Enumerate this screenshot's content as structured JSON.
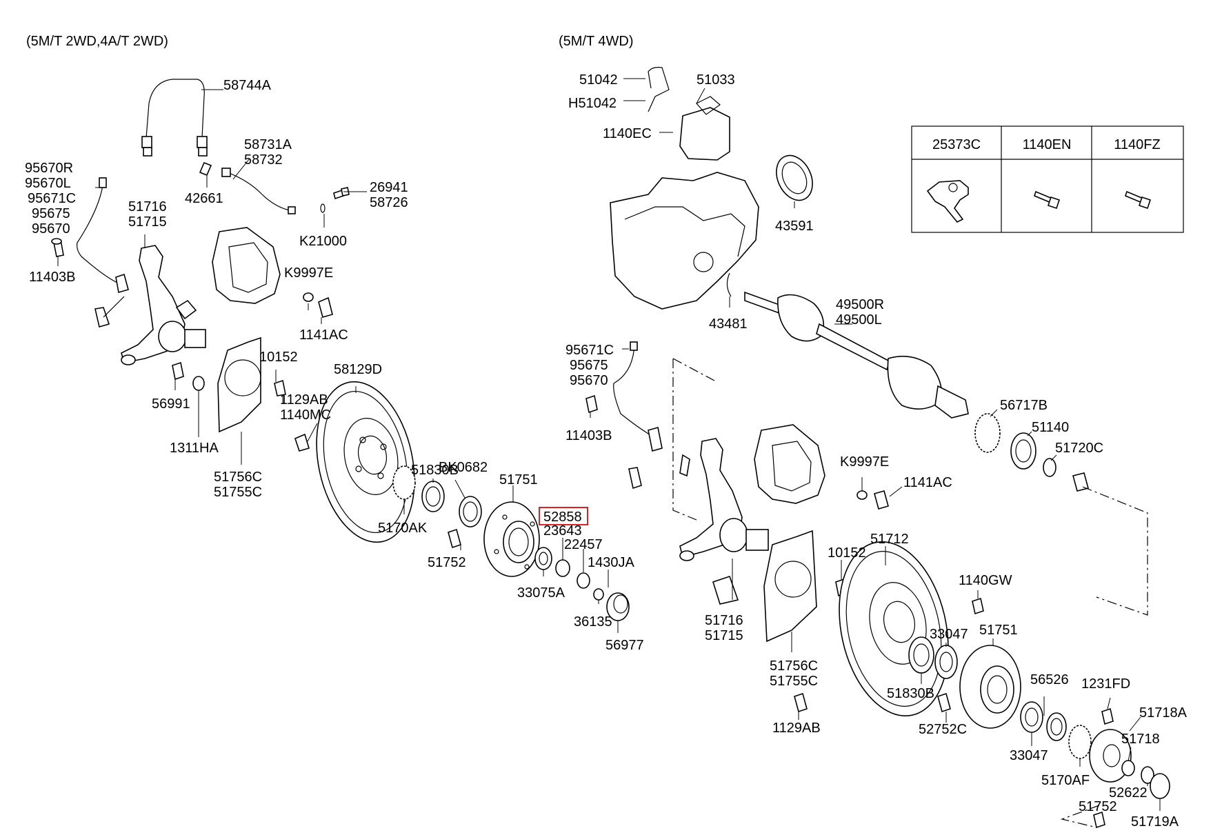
{
  "headers": {
    "left": "(5M/T 2WD,4A/T 2WD)",
    "right": "(5M/T 4WD)"
  },
  "legend_table": {
    "columns": [
      "25373C",
      "1140EN",
      "1140FZ"
    ]
  },
  "highlighted_part": "52858",
  "highlight_color": "#e02020",
  "left_assembly_labels": [
    "58744A",
    "58731A",
    "58732",
    "42661",
    "26941",
    "58726",
    "K21000",
    "95670R",
    "95670L",
    "95671C",
    "95675",
    "95670",
    "11403B",
    "51716",
    "51715",
    "K9997E",
    "1141AC",
    "10152",
    "1129AB",
    "1140MC",
    "58129D",
    "56991",
    "1311HA",
    "51756C",
    "51755C",
    "51830B",
    "BK0682",
    "51751",
    "5170AK",
    "51752",
    "52858",
    "23643",
    "22457",
    "1430JA",
    "33075A",
    "36135",
    "56977"
  ],
  "right_assembly_labels": [
    "51042",
    "H51042",
    "51033",
    "1140EC",
    "43591",
    "43481",
    "49500R",
    "49500L",
    "95671C",
    "95675",
    "95670",
    "11403B",
    "56717B",
    "51140",
    "51720C",
    "K9997E",
    "1141AC",
    "10152",
    "51712",
    "1140GW",
    "51716",
    "51715",
    "33047",
    "51751",
    "51756C",
    "51755C",
    "51830B",
    "56526",
    "1231FD",
    "52752C",
    "51718A",
    "1129AB",
    "33047",
    "51718",
    "5170AF",
    "52622",
    "51752",
    "51719A"
  ]
}
